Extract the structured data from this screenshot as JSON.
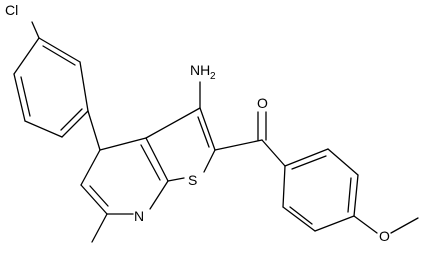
{
  "atoms": {
    "cl": "Cl",
    "nh2_main": "NH",
    "nh2_sub": "2",
    "o_carbonyl": "O",
    "s_ring": "S",
    "n_ring": "N",
    "o_methoxy": "O"
  },
  "colors": {
    "bond": "#000000",
    "background": "#ffffff"
  }
}
